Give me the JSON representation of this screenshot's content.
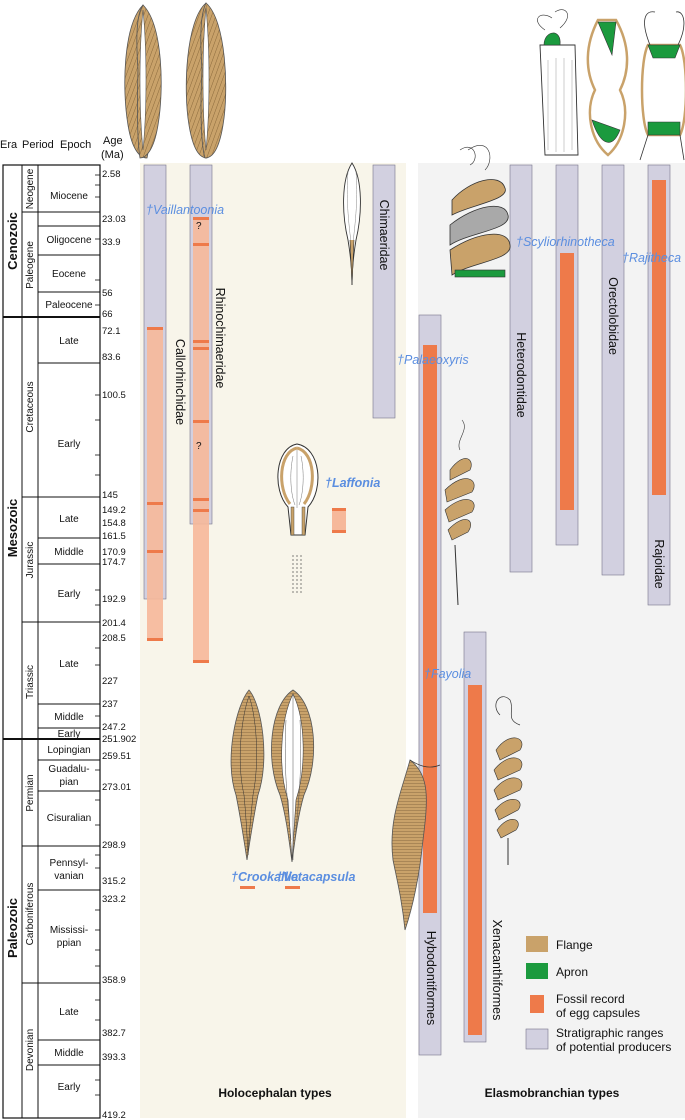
{
  "header": {
    "era": "Era",
    "period": "Period",
    "epoch": "Epoch",
    "age_line1": "Age",
    "age_line2": "(Ma)"
  },
  "eras": [
    "Cenozoic",
    "Mesozoic",
    "Paleozoic"
  ],
  "periods": [
    "Neogene",
    "Paleogene",
    "Cretaceous",
    "Jurassic",
    "Triassic",
    "Permian",
    "Carboniferous",
    "Devonian"
  ],
  "epochs": {
    "miocene": "Miocene",
    "oligocene": "Oligocene",
    "eocene": "Eocene",
    "paleocene": "Paleocene",
    "late_k": "Late",
    "early_k": "Early",
    "late_j": "Late",
    "middle_j": "Middle",
    "early_j": "Early",
    "late_t": "Late",
    "middle_t": "Middle",
    "early_t": "Early",
    "lopingian": "Lopingian",
    "guadalupian_1": "Guadalu-",
    "guadalupian_2": "pian",
    "cisuralian": "Cisuralian",
    "penn_1": "Pennsyl-",
    "penn_2": "vanian",
    "miss_1": "Mississi-",
    "miss_2": "ppian",
    "late_d": "Late",
    "middle_d": "Middle",
    "early_d": "Early"
  },
  "ages": [
    "2.58",
    "23.03",
    "33.9",
    "56",
    "66",
    "72.1",
    "83.6",
    "100.5",
    "145",
    "149.2",
    "154.8",
    "161.5",
    "170.9",
    "174.7",
    "192.9",
    "201.4",
    "208.5",
    "227",
    "237",
    "247.2",
    "251.902",
    "259.51",
    "273.01",
    "298.9",
    "315.2",
    "323.2",
    "358.9",
    "382.7",
    "393.3",
    "419.2"
  ],
  "taxa": {
    "callorhinchidae": "Callorhinchidae",
    "rhinochimaeridae": "Rhinochimaeridae",
    "chimaeridae": "Chimaeridae",
    "hybodontiformes": "Hybodontiformes",
    "xenacanthiformes": "Xenacanthiformes",
    "heterodontidae": "Heterodontidae",
    "orectolobidae": "Orectolobidae",
    "rajoidae": "Rajoidae",
    "vaillantoonia": "†Vaillantoonia",
    "laffonia": "†Laffonia",
    "crookallia": "†Crookallia",
    "vetacapsula": "†Vetacapsula",
    "palaeoxyris": "†Palaeoxyris",
    "scyliorhinotheca": "†Scyliorhinotheca",
    "fayolia": "†Fayolia",
    "rajitheca": "†Rajitheca",
    "question": "?"
  },
  "legend": {
    "flange": "Flange",
    "apron": "Apron",
    "fossil_1": "Fossil record",
    "fossil_2": "of egg capsules",
    "strat_1": "Stratigraphic ranges",
    "strat_2": "of potential producers"
  },
  "footer": {
    "holocephalan": "Holocephalan types",
    "elasmobranchian": "Elasmobranchian types"
  },
  "colors": {
    "range": "#d2d0e0",
    "fossil": "#ee7a4a",
    "fossil_light": "#f6b89a",
    "flange": "#c9a26a",
    "apron": "#1b9a3e",
    "holo_bg": "#f8f5ea",
    "elasmo_bg": "#f3f3f3",
    "taxon_blue": "#5b8ee0"
  }
}
